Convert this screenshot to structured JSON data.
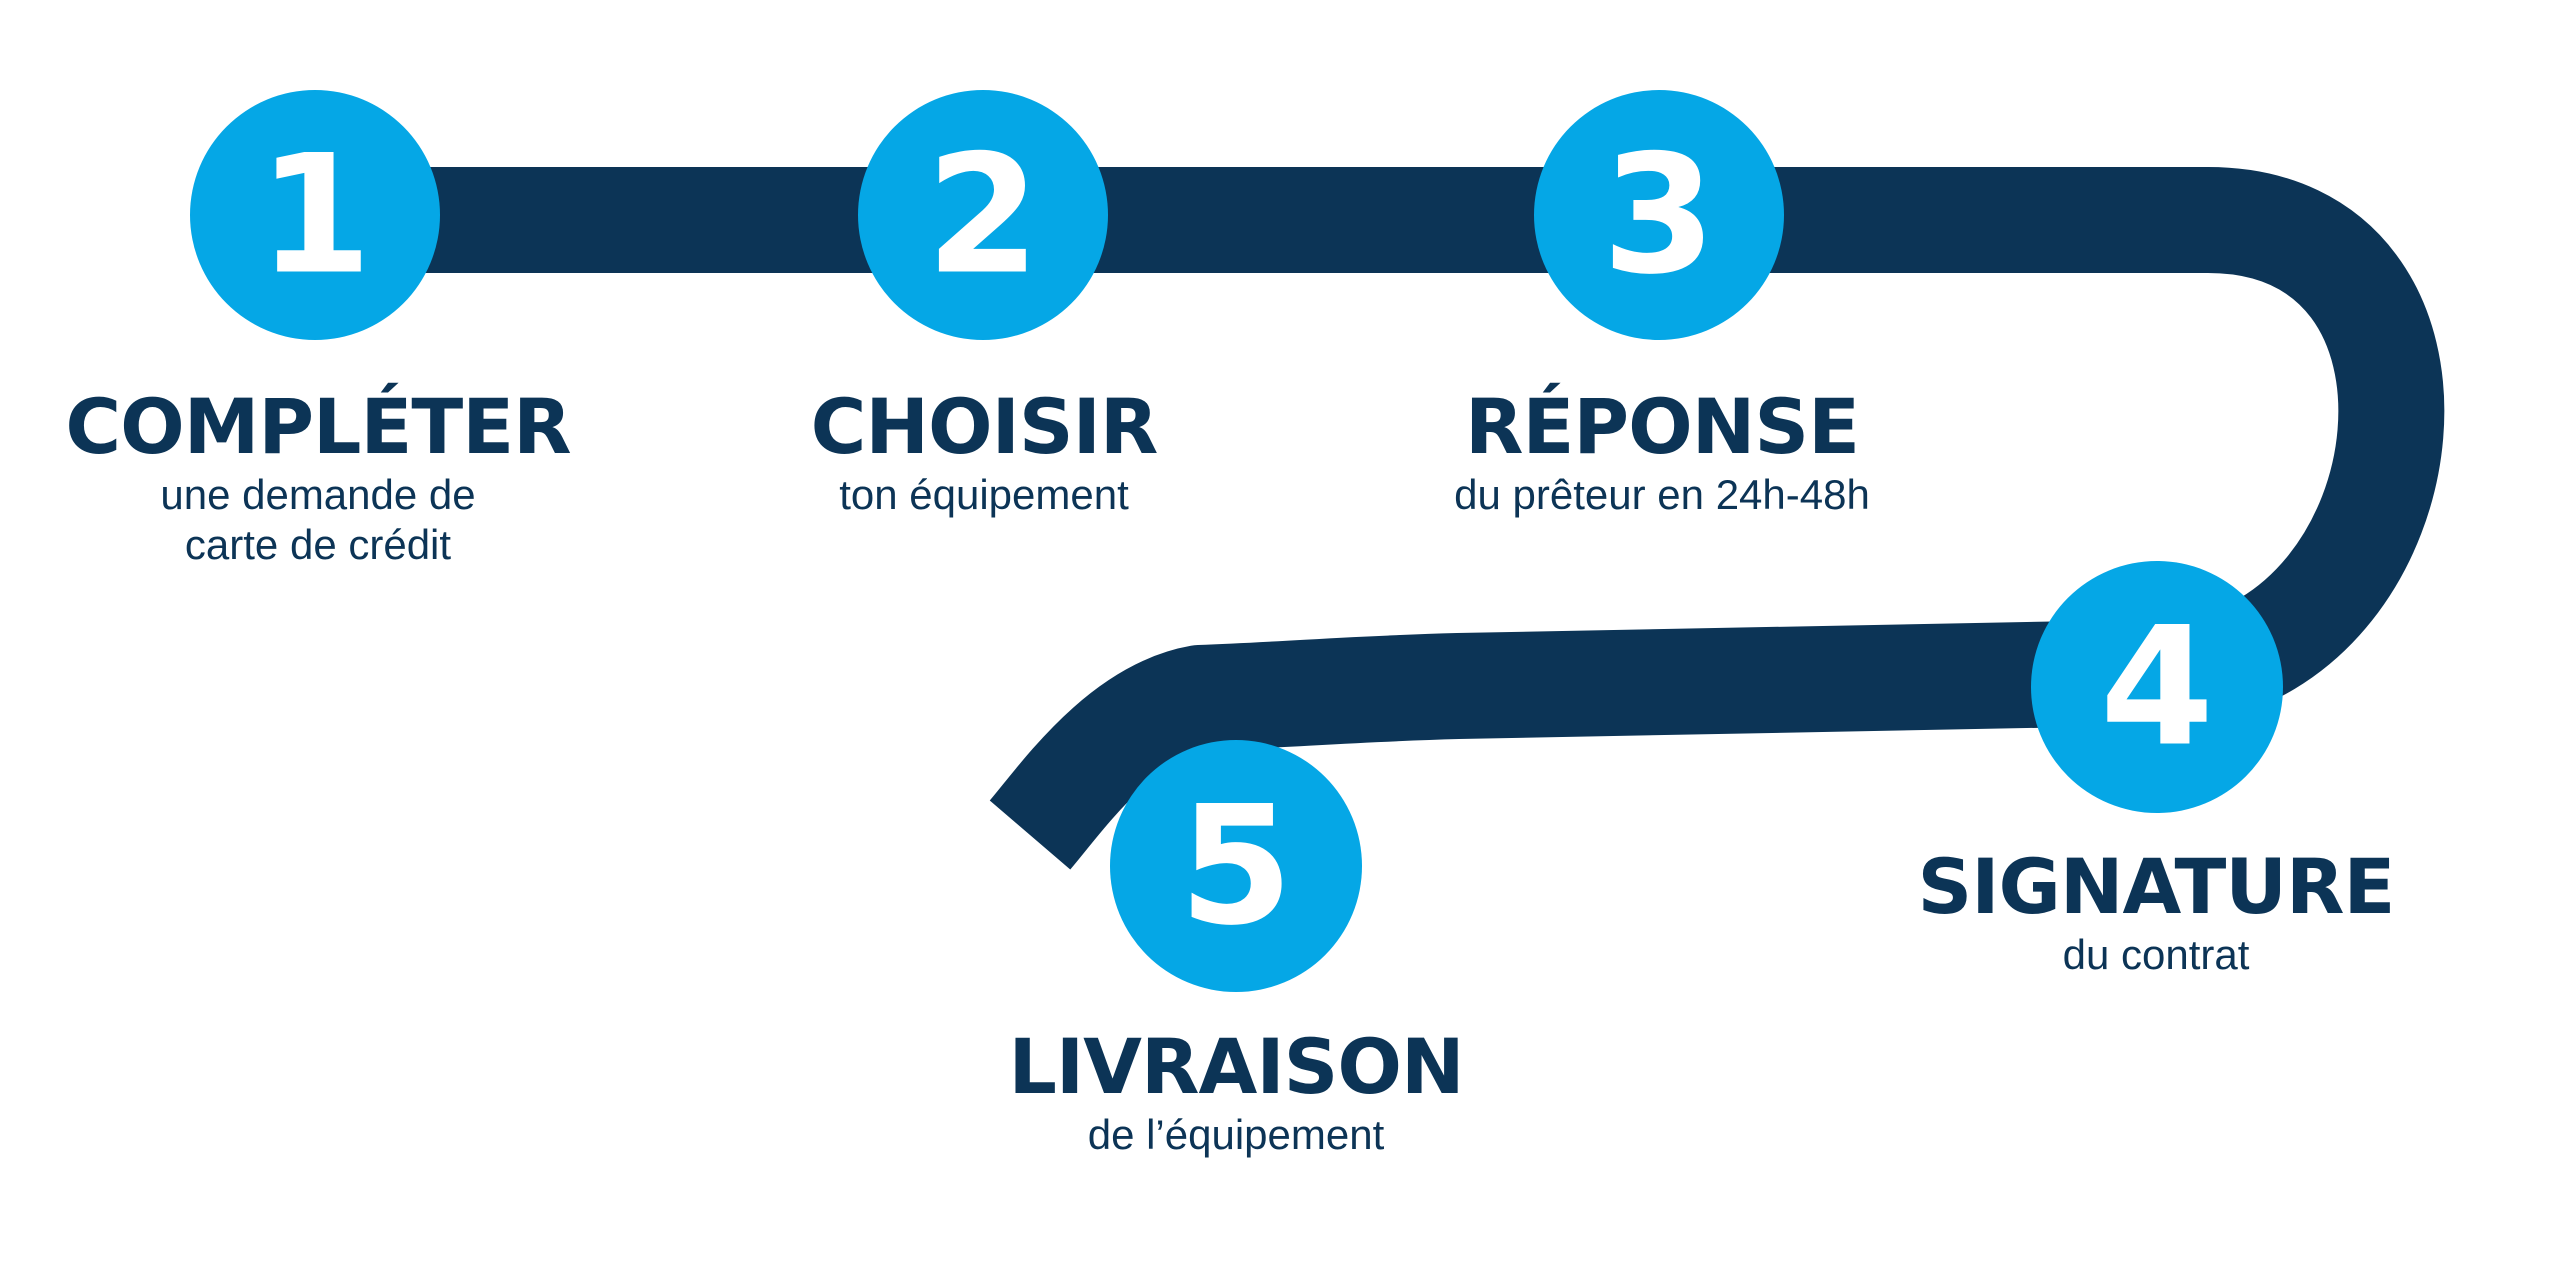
{
  "colors": {
    "track": "#0c3456",
    "circle": "#05a7e6",
    "number": "#ffffff",
    "text": "#0c3456"
  },
  "steps": [
    {
      "number": "1",
      "title": "COMPLÉTER",
      "description": [
        "une demande de",
        "carte de crédit"
      ]
    },
    {
      "number": "2",
      "title": "CHOISIR",
      "description": [
        "ton équipement"
      ]
    },
    {
      "number": "3",
      "title": "RÉPONSE",
      "description": [
        "du prêteur en 24h-48h"
      ]
    },
    {
      "number": "4",
      "title": "SIGNATURE",
      "description": [
        "du contrat"
      ]
    },
    {
      "number": "5",
      "title": "LIVRAISON",
      "description": [
        "de l’équipement"
      ]
    }
  ]
}
